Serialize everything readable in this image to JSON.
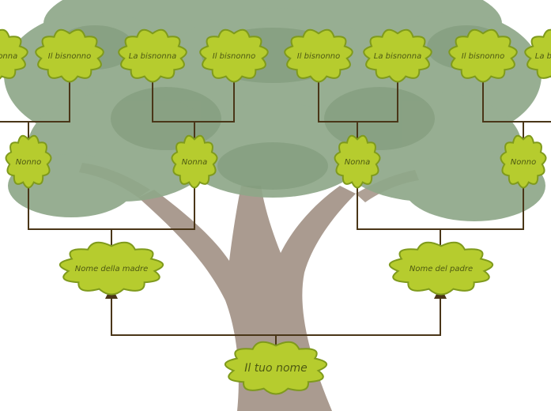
{
  "diagram": {
    "colors": {
      "cloud_fill": "#b6cc2e",
      "cloud_stroke": "#7f9a1c",
      "connector": "#4a3618",
      "foliage": "#8fa889",
      "foliage_dark": "#7d9877",
      "trunk": "#9b8a7c",
      "label": "#4e5a12"
    },
    "great_grandparents": [
      {
        "id": "gg0",
        "label": "La bisnonna"
      },
      {
        "id": "gg1",
        "label": "Il bisnonno"
      },
      {
        "id": "gg2",
        "label": "La bisnonna"
      },
      {
        "id": "gg3",
        "label": "Il bisnonno"
      },
      {
        "id": "gg4",
        "label": "Il bisnonno"
      },
      {
        "id": "gg5",
        "label": "La bisnonna"
      },
      {
        "id": "gg6",
        "label": "Il bisnonno"
      },
      {
        "id": "gg7",
        "label": "La bisnonna"
      }
    ],
    "grandparents": [
      {
        "id": "g0",
        "label": "Nonno"
      },
      {
        "id": "g1",
        "label": "Nonna"
      },
      {
        "id": "g2",
        "label": "Nonna"
      },
      {
        "id": "g3",
        "label": "Nonno"
      }
    ],
    "parents": [
      {
        "id": "p0",
        "label": "Nome della madre"
      },
      {
        "id": "p1",
        "label": "Nome del padre"
      }
    ],
    "self": {
      "id": "me",
      "label": "Il tuo nome"
    }
  }
}
